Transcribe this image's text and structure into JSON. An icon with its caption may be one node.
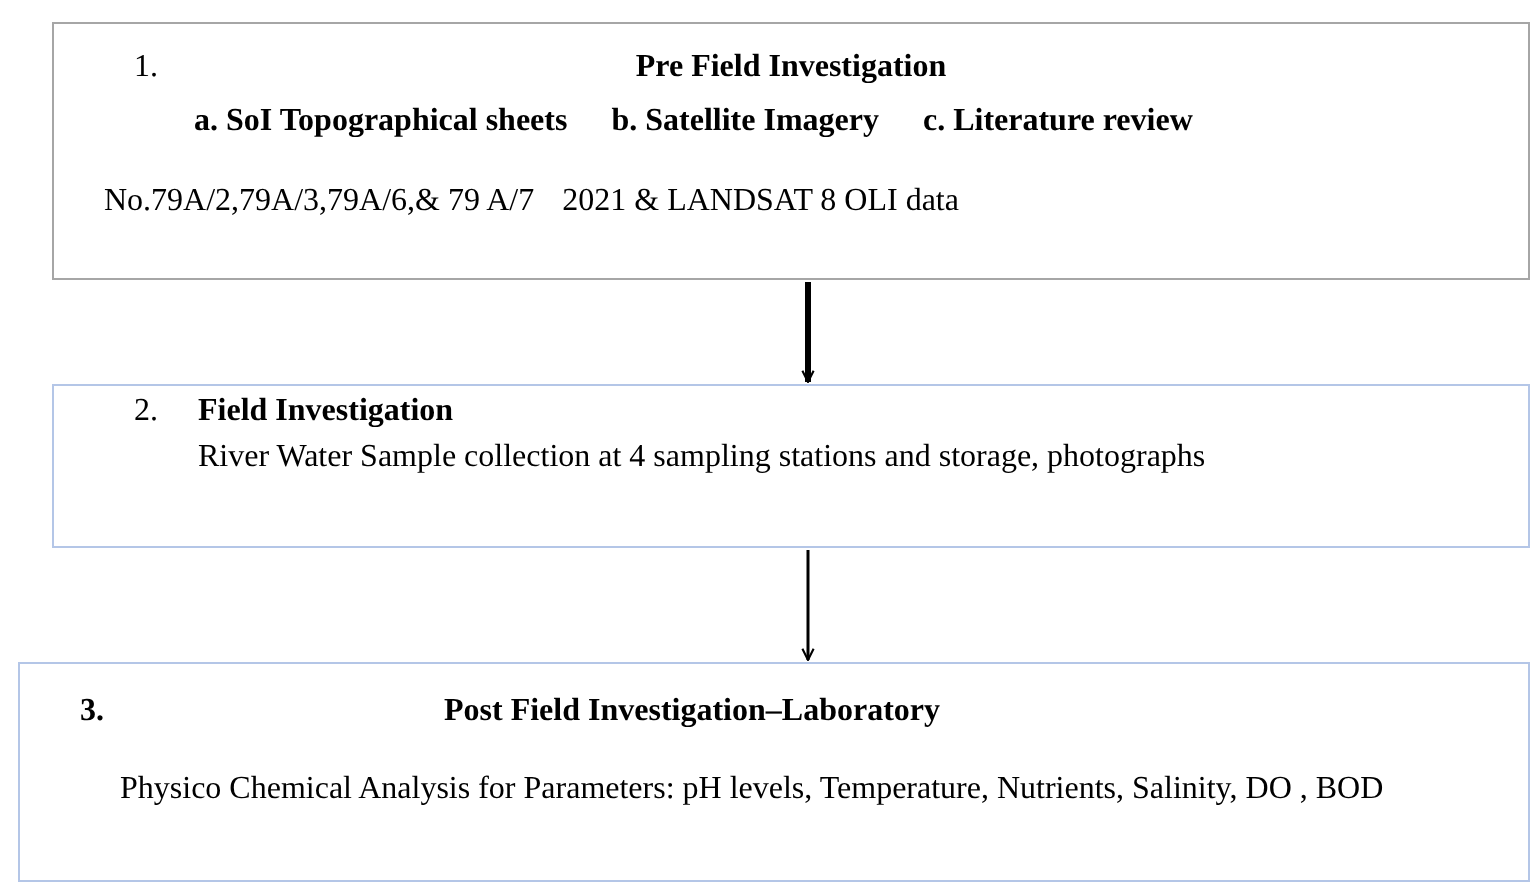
{
  "diagram": {
    "nodes": [
      {
        "text": [
          "1.",
          "Pre Field Investigation",
          "a. SoI Topographical sheets",
          "b. Satellite Imagery",
          "c. Literature review",
          "No.79A/2,79A/3,79A/6,& 79 A/7",
          "2021 & LANDSAT 8 OLI data"
        ]
      },
      {
        "text": [
          "2.",
          "Field Investigation",
          "River Water Sample collection at 4 sampling stations and storage, photographs"
        ]
      },
      {
        "text": [
          "3.",
          "Post Field Investigation–Laboratory",
          "Physico Chemical Analysis for  Parameters: pH levels, Temperature, Nutrients, Salinity, DO , BOD"
        ]
      }
    ],
    "edges": [
      {
        "from": 0,
        "to": 1,
        "arrow": "to",
        "style": "thick"
      },
      {
        "from": 1,
        "to": 2,
        "arrow": "to"
      }
    ]
  }
}
